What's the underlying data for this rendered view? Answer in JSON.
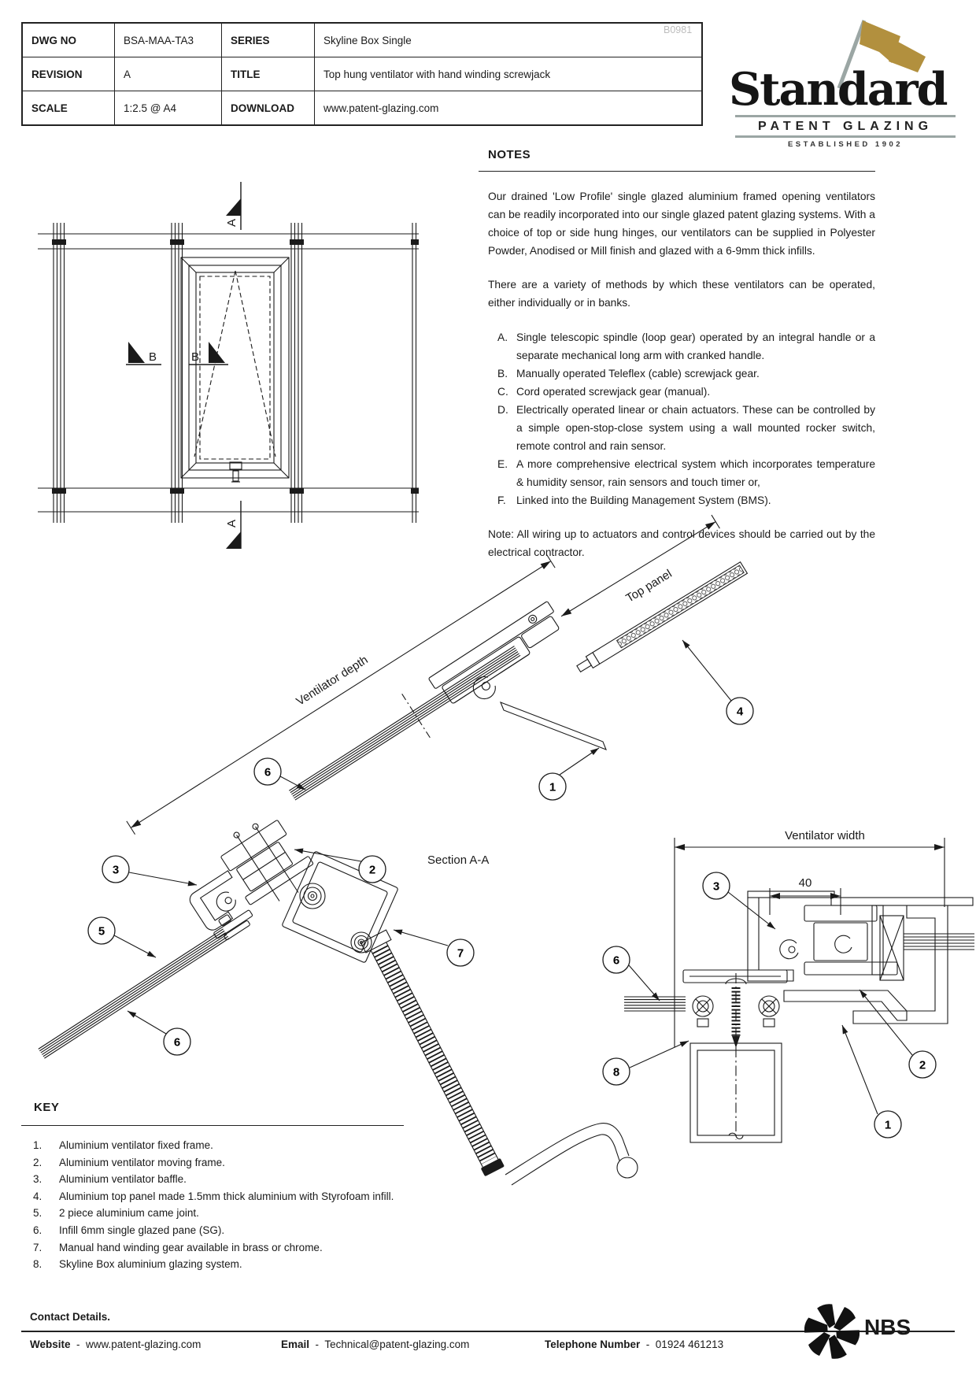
{
  "title_block": {
    "rows": [
      {
        "l1": "DWG NO",
        "v1": "BSA-MAA-TA3",
        "l2": "SERIES",
        "v2": "Skyline Box Single"
      },
      {
        "l1": "REVISION",
        "v1": "A",
        "l2": "TITLE",
        "v2": "Top hung ventilator with hand winding screwjack"
      },
      {
        "l1": "SCALE",
        "v1": "1:2.5 @ A4",
        "l2": "DOWNLOAD",
        "v2": "www.patent-glazing.com"
      }
    ],
    "watermark": "B0981"
  },
  "logo": {
    "name": "Standard",
    "tagline": "PATENT GLAZING",
    "established": "ESTABLISHED 1902",
    "flag_color": "#b2903e",
    "rule_color": "#9ba6a4"
  },
  "notes": {
    "heading": "NOTES",
    "paragraphs": [
      "Our drained 'Low Profile' single glazed aluminium framed opening ventilators can be readily incorporated into our single glazed patent glazing systems. With a choice of top or side hung hinges, our ventilators can be supplied in Polyester Powder, Anodised or Mill finish and glazed with a 6-9mm thick infills.",
      "There are a variety of methods by which these ventilators can be operated, either individually or in banks."
    ],
    "list": [
      {
        "letter": "A.",
        "text": "Single telescopic spindle (loop gear) operated by an integral handle or a separate mechanical long arm with cranked handle."
      },
      {
        "letter": "B.",
        "text": "Manually operated Teleflex (cable) screwjack gear."
      },
      {
        "letter": "C.",
        "text": "Cord operated screwjack gear (manual)."
      },
      {
        "letter": "D.",
        "text": "Electrically operated linear or chain actuators. These can be controlled by a simple open-stop-close system using a wall mounted rocker switch, remote control and rain sensor."
      },
      {
        "letter": "E.",
        "text": "A more comprehensive electrical system which incorporates temperature & humidity sensor, rain sensors and touch timer or,"
      },
      {
        "letter": "F.",
        "text": "Linked into the Building Management System (BMS)."
      }
    ],
    "note": "Note: All wiring up to actuators and control devices should be carried out by the electrical contractor."
  },
  "drawings": {
    "plan": {
      "marker_a": "A",
      "marker_b": "B"
    },
    "section_aa": {
      "label": "Section A-A",
      "depth_label": "Ventilator depth",
      "top_panel_label": "Top panel",
      "callouts": {
        "c1": "1",
        "c2": "2",
        "c3": "3",
        "c4": "4",
        "c5": "5",
        "c6_upper": "6",
        "c6_lower": "6",
        "c7": "7"
      }
    },
    "section_bb": {
      "width_label": "Ventilator width",
      "dim_40": "40",
      "callouts": {
        "c1": "1",
        "c2": "2",
        "c3": "3",
        "c6": "6",
        "c8": "8"
      }
    }
  },
  "key": {
    "heading": "KEY",
    "items": [
      {
        "num": "1.",
        "text": "Aluminium ventilator fixed frame."
      },
      {
        "num": "2.",
        "text": "Aluminium ventilator moving frame."
      },
      {
        "num": "3.",
        "text": "Aluminium ventilator baffle."
      },
      {
        "num": "4.",
        "text": "Aluminium top panel made 1.5mm thick aluminium with Styrofoam infill."
      },
      {
        "num": "5.",
        "text": "2 piece aluminium came joint."
      },
      {
        "num": "6.",
        "text": "Infill 6mm single glazed pane (SG)."
      },
      {
        "num": "7.",
        "text": "Manual hand winding gear available in brass or chrome."
      },
      {
        "num": "8.",
        "text": "Skyline Box aluminium glazing system."
      }
    ]
  },
  "footer": {
    "heading": "Contact Details.",
    "separator": "-",
    "website_label": "Website",
    "website": "www.patent-glazing.com",
    "email_label": "Email",
    "email": "Technical@patent-glazing.com",
    "phone_label": "Telephone Number",
    "phone": "01924 461213",
    "nbs_label": "NBS"
  }
}
